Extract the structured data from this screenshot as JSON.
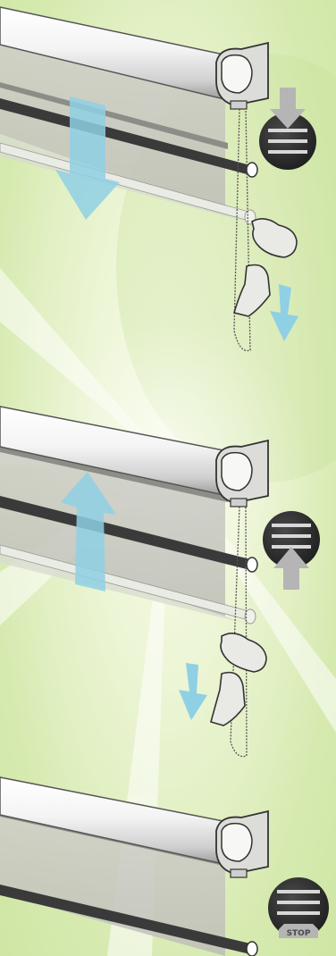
{
  "panels": [
    {
      "step": "lower",
      "direction": "down"
    },
    {
      "step": "raise",
      "direction": "up"
    },
    {
      "step": "stop",
      "badge_text": "STOP"
    }
  ],
  "colors": {
    "arrow_blue": "#8fd0e4",
    "badge_dark": "#2d2d2d",
    "badge_grey": "#b8b8b8",
    "fabric": "#c9c9c3",
    "bottom_bar": "#3a3a3a",
    "roller": "#f2f2f2"
  },
  "icons": [
    "down-arrow-icon",
    "up-arrow-icon",
    "stop-icon",
    "hand-icon"
  ]
}
